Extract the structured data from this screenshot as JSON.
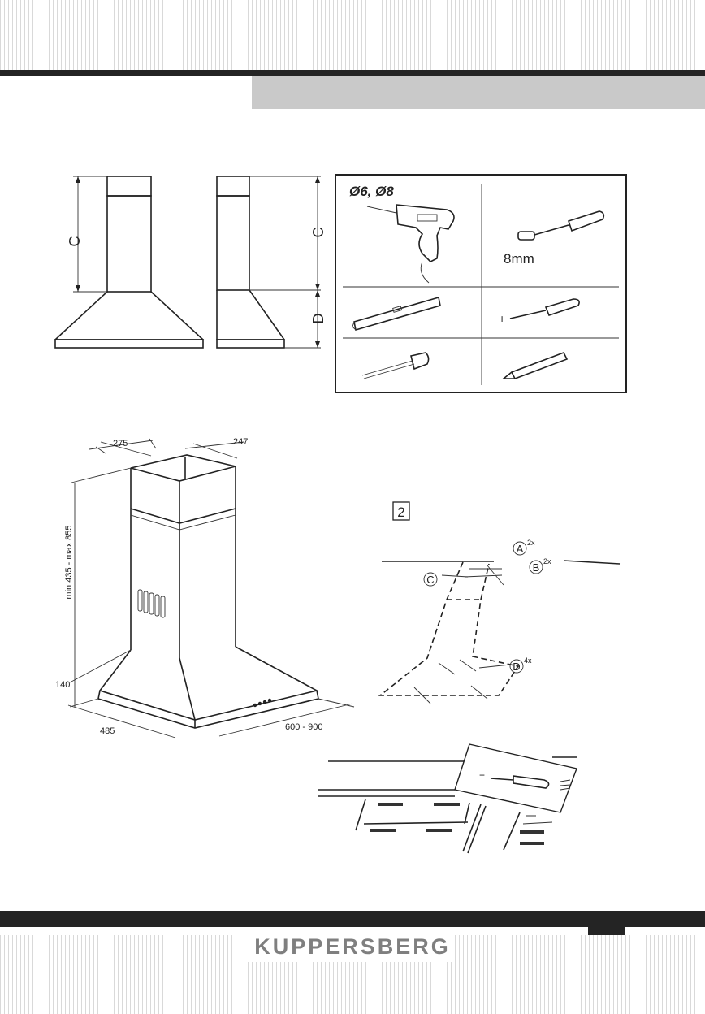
{
  "brand": "KUPPERSBERG",
  "figure1": {
    "label_c_left": "C",
    "label_c_right": "C",
    "label_d": "D"
  },
  "tools": {
    "drill_bits": "Ø6, Ø8",
    "socket_size": "8mm"
  },
  "dimensions": {
    "width_275": "275",
    "width_247": "247",
    "chimney_height": "min 435 - max 855",
    "hood_height": "140",
    "depth_485": "485",
    "width_range": "600 - 900"
  },
  "step2": {
    "step_number": "2",
    "part_a": "A",
    "part_a_qty": "2x",
    "part_b": "B",
    "part_b_qty": "2x",
    "part_c": "C",
    "part_d": "D",
    "part_d_qty": "4x"
  }
}
